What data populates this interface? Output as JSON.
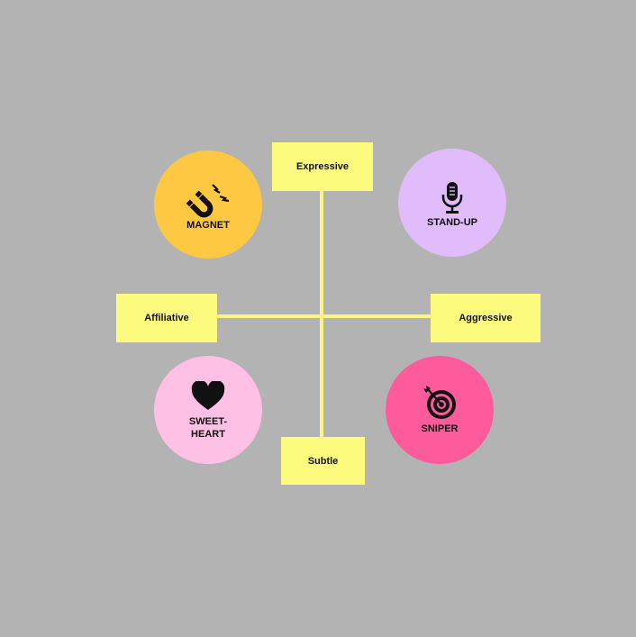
{
  "axes": {
    "top": "Expressive",
    "bottom": "Subtle",
    "left": "Affiliative",
    "right": "Aggressive"
  },
  "quadrants": [
    {
      "id": "magnet",
      "label": "MAGNET",
      "color": "#ffc843",
      "icon": "magnet-icon"
    },
    {
      "id": "standup",
      "label": "STAND-UP",
      "color": "#e0bcfb",
      "icon": "microphone-icon"
    },
    {
      "id": "sweetheart",
      "label": "SWEET-\nHEART",
      "color": "#ffc0e5",
      "icon": "heart-icon"
    },
    {
      "id": "sniper",
      "label": "SNIPER",
      "color": "#fe5b9c",
      "icon": "target-icon"
    }
  ],
  "colors": {
    "background": "#b3b3b3",
    "axis": "#fcf67a"
  }
}
